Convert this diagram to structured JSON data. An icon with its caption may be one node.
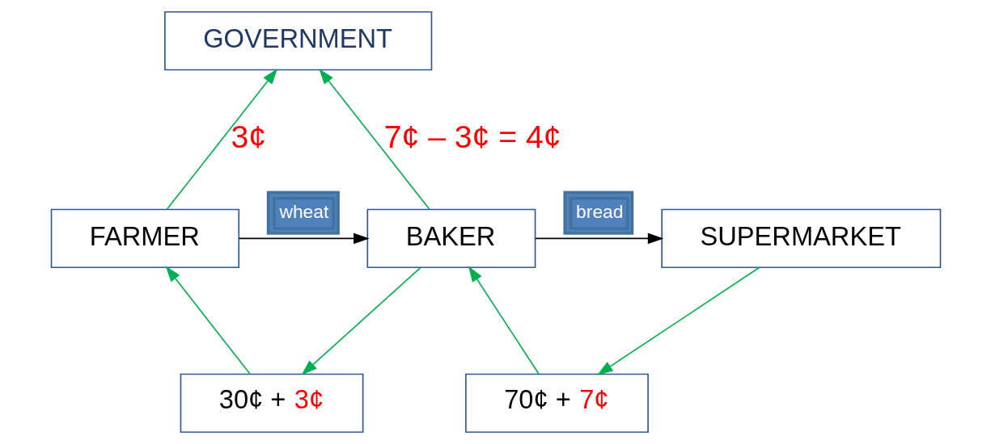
{
  "diagram": {
    "nodes": [
      {
        "text": [
          "GOVERNMENT"
        ]
      },
      {
        "text": [
          "FARMER"
        ]
      },
      {
        "text": [
          "BAKER"
        ]
      },
      {
        "text": [
          "SUPERMARKET"
        ]
      },
      {
        "text": [
          "30¢ + 3¢"
        ]
      },
      {
        "text": [
          "70¢ + 7¢"
        ]
      }
    ],
    "edges": [
      {
        "from": 1,
        "to": 0,
        "arrow": "to",
        "label": "3¢"
      },
      {
        "from": 2,
        "to": 0,
        "arrow": "to",
        "label": "7¢ – 3¢ = 4¢"
      },
      {
        "from": 1,
        "to": 2,
        "arrow": "to",
        "label": "wheat",
        "color": "#000000"
      },
      {
        "from": 2,
        "to": 3,
        "arrow": "to",
        "label": "bread",
        "color": "#000000"
      },
      {
        "from": 2,
        "to": 4,
        "arrow": "to"
      },
      {
        "from": 4,
        "to": 1,
        "arrow": "to"
      },
      {
        "from": 5,
        "to": 2,
        "arrow": "to"
      },
      {
        "from": 3,
        "to": 5,
        "arrow": "to"
      }
    ]
  }
}
